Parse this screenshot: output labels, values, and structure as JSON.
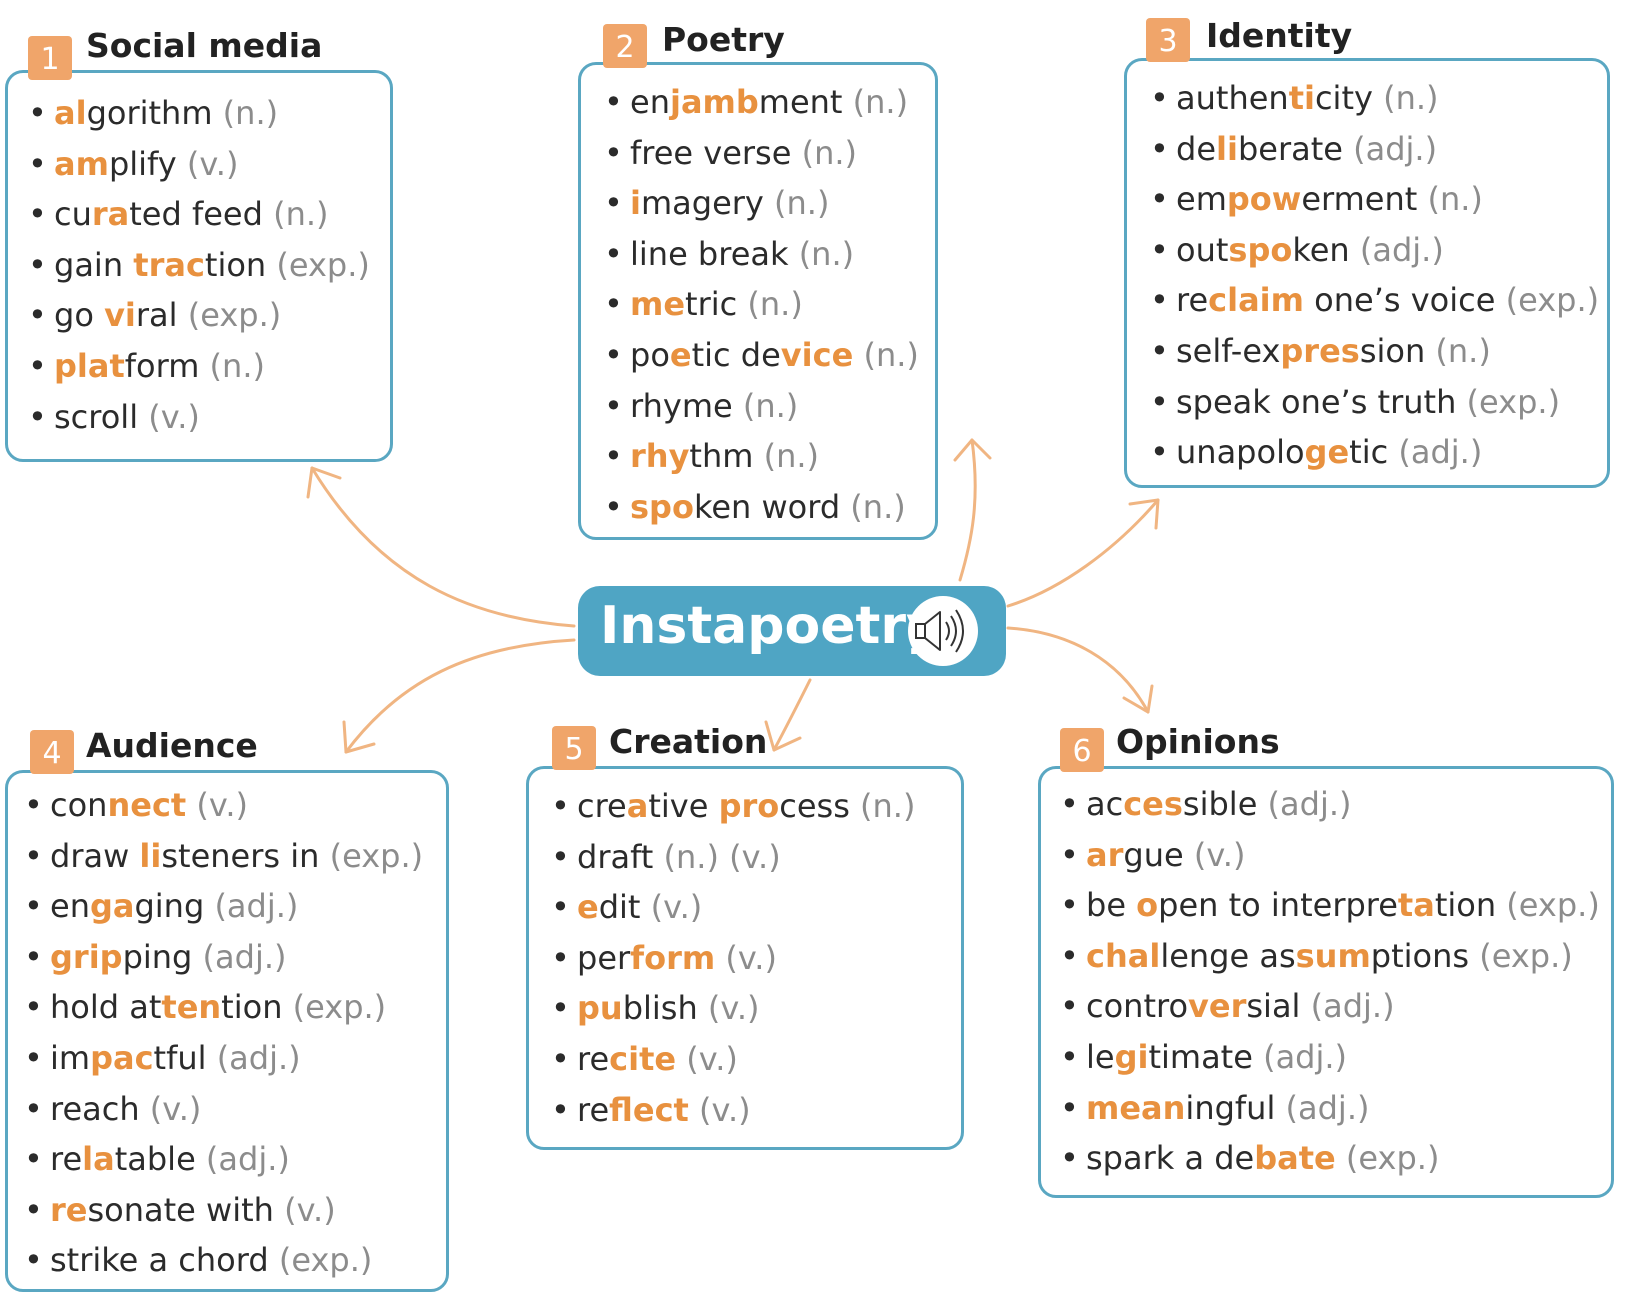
{
  "center": {
    "title": "Instapoetry",
    "icon": "speaker-icon"
  },
  "colors": {
    "accent": "#e8913f",
    "border": "#5aa7c2",
    "badge": "#f0a56a",
    "center_bg": "#4fa5c4",
    "pos": "#8c8c8c",
    "connector": "#f0b582"
  },
  "categories": [
    {
      "number": "1",
      "title": "Social media",
      "terms": [
        {
          "parts": [
            {
              "t": "al",
              "hl": true
            },
            {
              "t": "gorithm",
              "hl": false
            }
          ],
          "pos": "(n.)"
        },
        {
          "parts": [
            {
              "t": "am",
              "hl": true
            },
            {
              "t": "plify",
              "hl": false
            }
          ],
          "pos": "(v.)"
        },
        {
          "parts": [
            {
              "t": "cu",
              "hl": false
            },
            {
              "t": "ra",
              "hl": true
            },
            {
              "t": "ted feed",
              "hl": false
            }
          ],
          "pos": "(n.)"
        },
        {
          "parts": [
            {
              "t": "gain ",
              "hl": false
            },
            {
              "t": "trac",
              "hl": true
            },
            {
              "t": "tion",
              "hl": false
            }
          ],
          "pos": "(exp.)"
        },
        {
          "parts": [
            {
              "t": "go ",
              "hl": false
            },
            {
              "t": "vi",
              "hl": true
            },
            {
              "t": "ral",
              "hl": false
            }
          ],
          "pos": "(exp.)"
        },
        {
          "parts": [
            {
              "t": "plat",
              "hl": true
            },
            {
              "t": "form",
              "hl": false
            }
          ],
          "pos": "(n.)"
        },
        {
          "parts": [
            {
              "t": "scroll",
              "hl": false
            }
          ],
          "pos": "(v.)"
        }
      ]
    },
    {
      "number": "2",
      "title": "Poetry",
      "terms": [
        {
          "parts": [
            {
              "t": "en",
              "hl": false
            },
            {
              "t": "jamb",
              "hl": true
            },
            {
              "t": "ment",
              "hl": false
            }
          ],
          "pos": "(n.)"
        },
        {
          "parts": [
            {
              "t": "free verse",
              "hl": false
            }
          ],
          "pos": "(n.)"
        },
        {
          "parts": [
            {
              "t": "i",
              "hl": true
            },
            {
              "t": "magery",
              "hl": false
            }
          ],
          "pos": "(n.)"
        },
        {
          "parts": [
            {
              "t": "line break",
              "hl": false
            }
          ],
          "pos": "(n.)"
        },
        {
          "parts": [
            {
              "t": "me",
              "hl": true
            },
            {
              "t": "tric",
              "hl": false
            }
          ],
          "pos": "(n.)"
        },
        {
          "parts": [
            {
              "t": "po",
              "hl": false
            },
            {
              "t": "e",
              "hl": true
            },
            {
              "t": "tic de",
              "hl": false
            },
            {
              "t": "vice",
              "hl": true
            }
          ],
          "pos": "(n.)"
        },
        {
          "parts": [
            {
              "t": "rhyme",
              "hl": false
            }
          ],
          "pos": "(n.)"
        },
        {
          "parts": [
            {
              "t": "rhy",
              "hl": true
            },
            {
              "t": "thm",
              "hl": false
            }
          ],
          "pos": "(n.)"
        },
        {
          "parts": [
            {
              "t": "spo",
              "hl": true
            },
            {
              "t": "ken word",
              "hl": false
            }
          ],
          "pos": "(n.)"
        }
      ]
    },
    {
      "number": "3",
      "title": "Identity",
      "terms": [
        {
          "parts": [
            {
              "t": "authen",
              "hl": false
            },
            {
              "t": "ti",
              "hl": true
            },
            {
              "t": "city",
              "hl": false
            }
          ],
          "pos": "(n.)"
        },
        {
          "parts": [
            {
              "t": "de",
              "hl": false
            },
            {
              "t": "li",
              "hl": true
            },
            {
              "t": "berate",
              "hl": false
            }
          ],
          "pos": "(adj.)"
        },
        {
          "parts": [
            {
              "t": "em",
              "hl": false
            },
            {
              "t": "pow",
              "hl": true
            },
            {
              "t": "erment",
              "hl": false
            }
          ],
          "pos": "(n.)"
        },
        {
          "parts": [
            {
              "t": "out",
              "hl": false
            },
            {
              "t": "spo",
              "hl": true
            },
            {
              "t": "ken",
              "hl": false
            }
          ],
          "pos": "(adj.)"
        },
        {
          "parts": [
            {
              "t": "re",
              "hl": false
            },
            {
              "t": "claim",
              "hl": true
            },
            {
              "t": " one’s voice",
              "hl": false
            }
          ],
          "pos": "(exp.)"
        },
        {
          "parts": [
            {
              "t": "self-ex",
              "hl": false
            },
            {
              "t": "pres",
              "hl": true
            },
            {
              "t": "sion",
              "hl": false
            }
          ],
          "pos": "(n.)"
        },
        {
          "parts": [
            {
              "t": "speak one’s truth",
              "hl": false
            }
          ],
          "pos": "(exp.)"
        },
        {
          "parts": [
            {
              "t": "unapolo",
              "hl": false
            },
            {
              "t": "ge",
              "hl": true
            },
            {
              "t": "tic",
              "hl": false
            }
          ],
          "pos": "(adj.)"
        }
      ]
    },
    {
      "number": "4",
      "title": "Audience",
      "terms": [
        {
          "parts": [
            {
              "t": "con",
              "hl": false
            },
            {
              "t": "nect",
              "hl": true
            }
          ],
          "pos": "(v.)"
        },
        {
          "parts": [
            {
              "t": "draw ",
              "hl": false
            },
            {
              "t": "li",
              "hl": true
            },
            {
              "t": "steners in",
              "hl": false
            }
          ],
          "pos": "(exp.)"
        },
        {
          "parts": [
            {
              "t": "en",
              "hl": false
            },
            {
              "t": "ga",
              "hl": true
            },
            {
              "t": "ging",
              "hl": false
            }
          ],
          "pos": "(adj.)"
        },
        {
          "parts": [
            {
              "t": "grip",
              "hl": true
            },
            {
              "t": "ping",
              "hl": false
            }
          ],
          "pos": "(adj.)"
        },
        {
          "parts": [
            {
              "t": "hold at",
              "hl": false
            },
            {
              "t": "ten",
              "hl": true
            },
            {
              "t": "tion",
              "hl": false
            }
          ],
          "pos": "(exp.)"
        },
        {
          "parts": [
            {
              "t": "im",
              "hl": false
            },
            {
              "t": "pac",
              "hl": true
            },
            {
              "t": "tful",
              "hl": false
            }
          ],
          "pos": "(adj.)"
        },
        {
          "parts": [
            {
              "t": "reach",
              "hl": false
            }
          ],
          "pos": "(v.)"
        },
        {
          "parts": [
            {
              "t": "re",
              "hl": false
            },
            {
              "t": "la",
              "hl": true
            },
            {
              "t": "table",
              "hl": false
            }
          ],
          "pos": "(adj.)"
        },
        {
          "parts": [
            {
              "t": "re",
              "hl": true
            },
            {
              "t": "sonate with",
              "hl": false
            }
          ],
          "pos": "(v.)"
        },
        {
          "parts": [
            {
              "t": "strike a chord",
              "hl": false
            }
          ],
          "pos": "(exp.)"
        }
      ]
    },
    {
      "number": "5",
      "title": "Creation",
      "terms": [
        {
          "parts": [
            {
              "t": "cre",
              "hl": false
            },
            {
              "t": "a",
              "hl": true
            },
            {
              "t": "tive ",
              "hl": false
            },
            {
              "t": "pro",
              "hl": true
            },
            {
              "t": "cess",
              "hl": false
            }
          ],
          "pos": "(n.)"
        },
        {
          "parts": [
            {
              "t": "draft",
              "hl": false
            }
          ],
          "pos": "(n.) (v.)"
        },
        {
          "parts": [
            {
              "t": "e",
              "hl": true
            },
            {
              "t": "dit",
              "hl": false
            }
          ],
          "pos": "(v.)"
        },
        {
          "parts": [
            {
              "t": "per",
              "hl": false
            },
            {
              "t": "form",
              "hl": true
            }
          ],
          "pos": "(v.)"
        },
        {
          "parts": [
            {
              "t": "pu",
              "hl": true
            },
            {
              "t": "blish",
              "hl": false
            }
          ],
          "pos": "(v.)"
        },
        {
          "parts": [
            {
              "t": "re",
              "hl": false
            },
            {
              "t": "cite",
              "hl": true
            }
          ],
          "pos": "(v.)"
        },
        {
          "parts": [
            {
              "t": "re",
              "hl": false
            },
            {
              "t": "flect",
              "hl": true
            }
          ],
          "pos": "(v.)"
        }
      ]
    },
    {
      "number": "6",
      "title": "Opinions",
      "terms": [
        {
          "parts": [
            {
              "t": "ac",
              "hl": false
            },
            {
              "t": "ces",
              "hl": true
            },
            {
              "t": "sible",
              "hl": false
            }
          ],
          "pos": "(adj.)"
        },
        {
          "parts": [
            {
              "t": "ar",
              "hl": true
            },
            {
              "t": "gue",
              "hl": false
            }
          ],
          "pos": "(v.)"
        },
        {
          "parts": [
            {
              "t": "be ",
              "hl": false
            },
            {
              "t": "o",
              "hl": true
            },
            {
              "t": "pen to interpre",
              "hl": false
            },
            {
              "t": "ta",
              "hl": true
            },
            {
              "t": "tion",
              "hl": false
            }
          ],
          "pos": "(exp.)"
        },
        {
          "parts": [
            {
              "t": "chal",
              "hl": true
            },
            {
              "t": "lenge as",
              "hl": false
            },
            {
              "t": "sum",
              "hl": true
            },
            {
              "t": "ptions",
              "hl": false
            }
          ],
          "pos": "(exp.)"
        },
        {
          "parts": [
            {
              "t": "contro",
              "hl": false
            },
            {
              "t": "ver",
              "hl": true
            },
            {
              "t": "sial",
              "hl": false
            }
          ],
          "pos": "(adj.)"
        },
        {
          "parts": [
            {
              "t": "le",
              "hl": false
            },
            {
              "t": "gi",
              "hl": true
            },
            {
              "t": "timate",
              "hl": false
            }
          ],
          "pos": "(adj.)"
        },
        {
          "parts": [
            {
              "t": "mean",
              "hl": true
            },
            {
              "t": "ingful",
              "hl": false
            }
          ],
          "pos": "(adj.)"
        },
        {
          "parts": [
            {
              "t": "spark a de",
              "hl": false
            },
            {
              "t": "bate",
              "hl": true
            }
          ],
          "pos": "(exp.)"
        }
      ]
    }
  ]
}
